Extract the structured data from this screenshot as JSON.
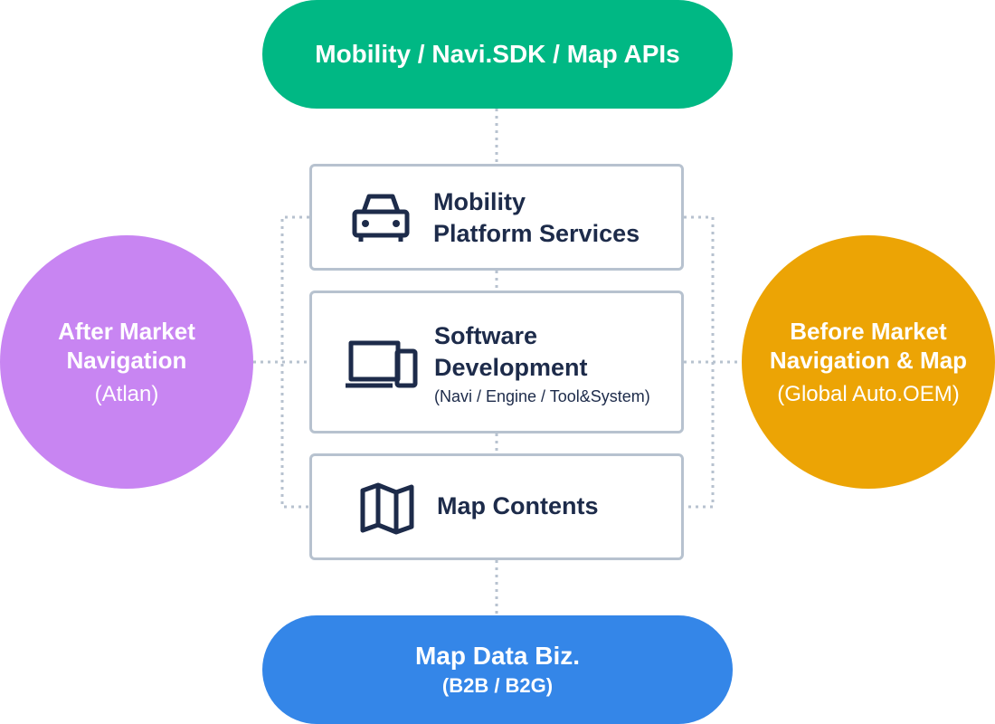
{
  "top_pill": {
    "label": "Mobility / Navi.SDK / Map APIs",
    "color": "#00b884"
  },
  "bottom_pill": {
    "label": "Map Data Biz.",
    "sublabel": "(B2B / B2G)",
    "color": "#3486e8"
  },
  "boxes": [
    {
      "title_line1": "Mobility",
      "title_line2": "Platform Services",
      "icon": "car-icon"
    },
    {
      "title_line1": "Software",
      "title_line2": "Development",
      "sublabel": "(Navi / Engine / Tool&System)",
      "icon": "devices-icon"
    },
    {
      "title": "Map Contents",
      "icon": "map-icon"
    }
  ],
  "left_circle": {
    "title_line1": "After Market",
    "title_line2": "Navigation",
    "sublabel": "(Atlan)",
    "color": "#c885f2"
  },
  "right_circle": {
    "title_line1": "Before Market",
    "title_line2": "Navigation & Map",
    "sublabel": "(Global Auto.OEM)",
    "color": "#eca405"
  },
  "colors": {
    "box_border": "#b7c2cf",
    "text_dark": "#1d2b4a",
    "connector": "#b7c2cf"
  }
}
